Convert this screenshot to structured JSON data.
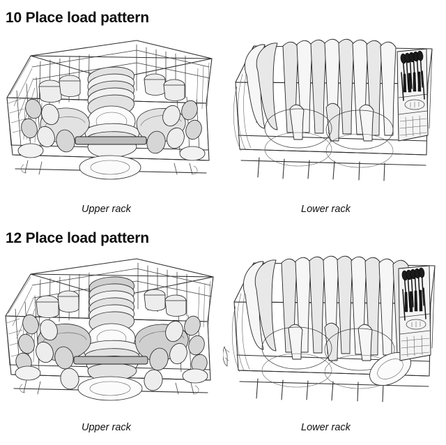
{
  "document": {
    "title": "Dishwasher load patterns",
    "background_color": "#ffffff",
    "text_color": "#000000",
    "illustration_style": "grayscale line art"
  },
  "sections": [
    {
      "id": "10-place",
      "heading": "10 Place load pattern",
      "racks": [
        {
          "id": "upper-10",
          "caption": "Upper rack",
          "type": "upper",
          "contents": "cups, glasses, bowls and small plates"
        },
        {
          "id": "lower-10",
          "caption": "Lower rack",
          "type": "lower",
          "contents": "dinner plates standing on edge with cutlery basket at right"
        }
      ]
    },
    {
      "id": "12-place",
      "heading": "12 Place load pattern",
      "racks": [
        {
          "id": "upper-12",
          "caption": "Upper rack",
          "type": "upper",
          "contents": "cups, glasses, bowls and small plates"
        },
        {
          "id": "lower-12",
          "caption": "Lower rack",
          "type": "lower",
          "contents": "dinner plates standing on edge with cutlery basket at right"
        }
      ]
    }
  ],
  "colors": {
    "line": "#2b2b2b",
    "dish_light": "#f2f2f2",
    "dish_mid": "#e2e2e2",
    "dish_dark": "#cfcfcf",
    "cutlery": "#1b1b1b",
    "handle_bar": "#bdbdbd"
  }
}
